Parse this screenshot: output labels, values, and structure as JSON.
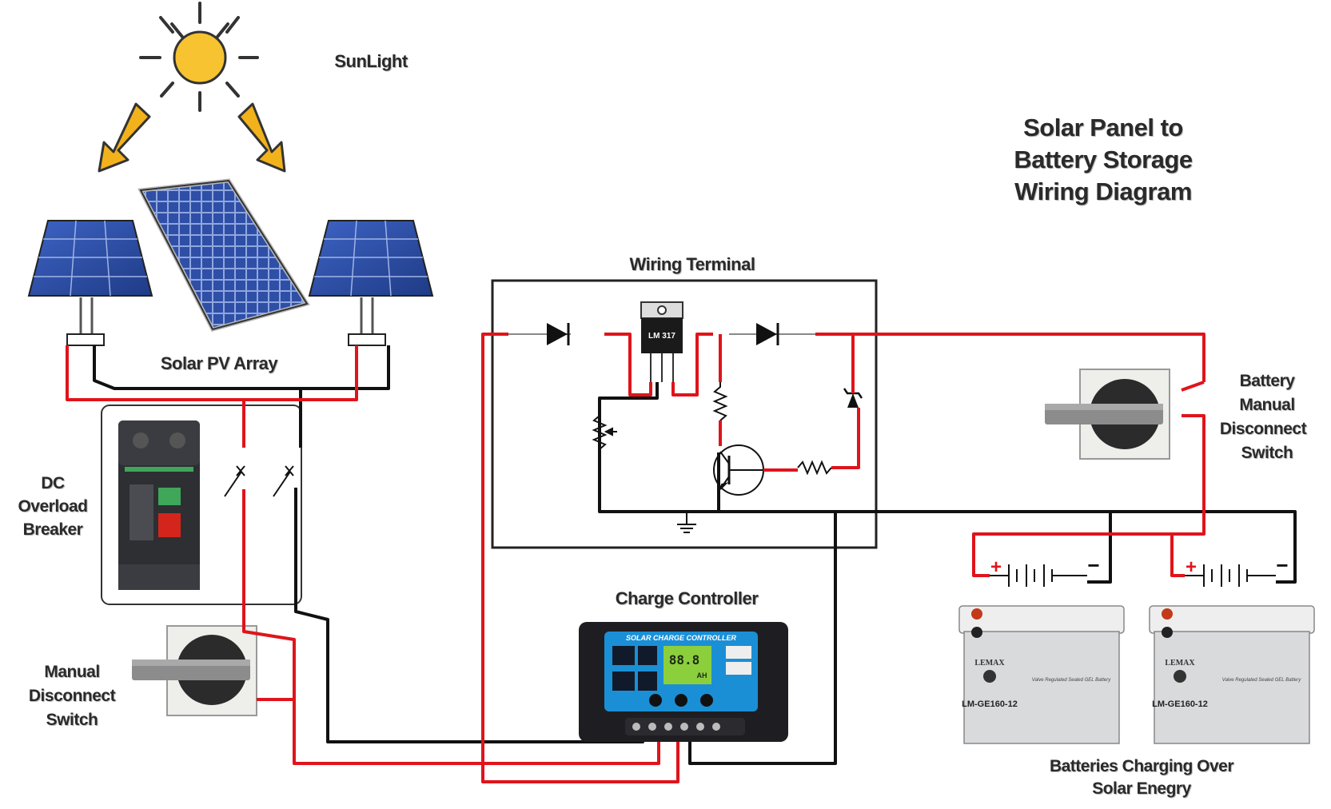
{
  "labels": {
    "sunlight": "SunLight",
    "title_line1": "Solar Panel to",
    "title_line2": "Battery Storage",
    "title_line3": "Wiring Diagram",
    "solar_pv_array": "Solar PV Array",
    "wiring_terminal": "Wiring Terminal",
    "dc_breaker_line1": "DC",
    "dc_breaker_line2": "Overload",
    "dc_breaker_line3": "Breaker",
    "manual_disconnect_line1": "Manual",
    "manual_disconnect_line2": "Disconnect",
    "manual_disconnect_line3": "Switch",
    "charge_controller": "Charge Controller",
    "battery_switch_line1": "Battery",
    "battery_switch_line2": "Manual",
    "battery_switch_line3": "Disconnect",
    "battery_switch_line4": "Switch",
    "batteries_line1": "Batteries Charging Over",
    "batteries_line2": "Solar Enegry"
  },
  "regulator": {
    "chip_label": "LM 317"
  },
  "controller": {
    "panel_title": "SOLAR CHARGE CONTROLLER",
    "lcd_readout": "88.8",
    "lcd_units": "AH"
  },
  "batteries": [
    {
      "brand": "LEMAX",
      "model": "LM-GE160-12",
      "type": "Valve Regulated Sealed GEL Battery"
    },
    {
      "brand": "LEMAX",
      "model": "LM-GE160-12",
      "type": "Valve Regulated Sealed GEL Battery"
    }
  ],
  "terminals": {
    "positive": "+",
    "negative": "−"
  },
  "colors": {
    "positive_wire": "#e0141b",
    "negative_wire": "#111111",
    "sun": "#f7c331",
    "sun_rays": "#333333",
    "arrows": "#f2b21c",
    "panel_cells": "#2f4fa6",
    "controller_body": "#1e1e22",
    "controller_panel": "#1b8fd6",
    "battery_body": "#d9dadc"
  },
  "icons": [
    "sun-icon",
    "down-arrow-icon",
    "solar-panel-icon",
    "breaker-icon",
    "rotary-switch-icon",
    "diode-icon",
    "resistor-icon",
    "transistor-icon",
    "zener-icon",
    "ground-icon",
    "battery-icon"
  ]
}
